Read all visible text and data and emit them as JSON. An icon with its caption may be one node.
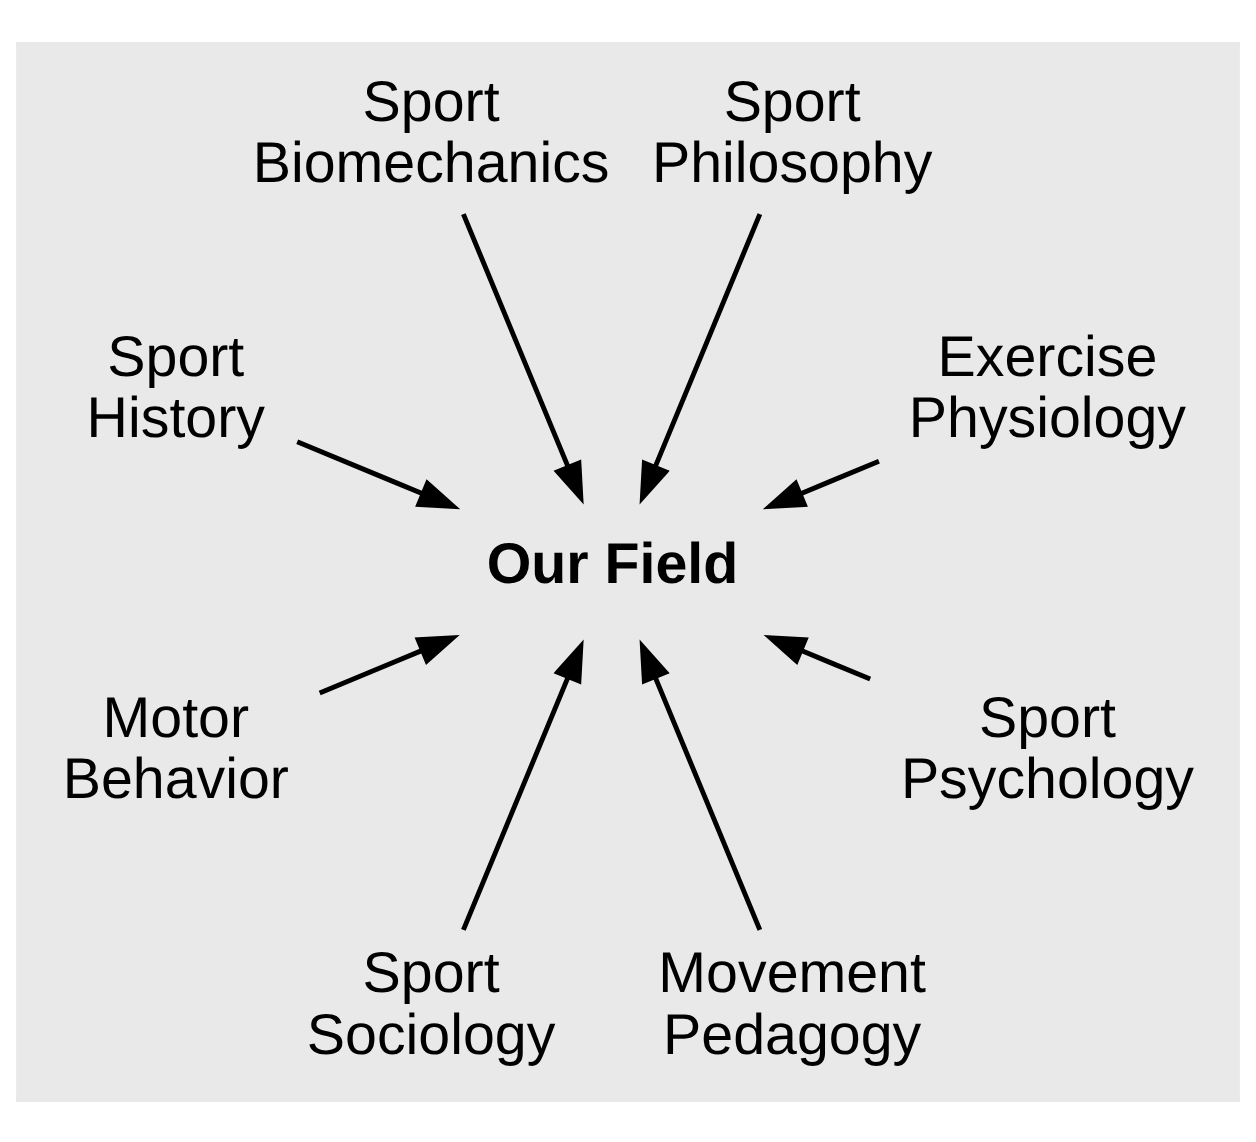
{
  "diagram": {
    "nodes": [
      {
        "text": [
          "Exercise Physiology"
        ]
      },
      {
        "text": [
          "Sport Philosophy"
        ]
      },
      {
        "text": [
          "Sport Biomechanics"
        ]
      },
      {
        "text": [
          "Sport History"
        ]
      },
      {
        "text": [
          "Our Field"
        ]
      },
      {
        "text": [
          "Motor Behavior"
        ]
      },
      {
        "text": [
          "Sport Sociology"
        ]
      },
      {
        "text": [
          "Movement Pedagogy"
        ]
      },
      {
        "text": [
          "Sport Psychology"
        ]
      }
    ],
    "edges": [
      {
        "from": 0,
        "to": 4,
        "arrow": "to"
      },
      {
        "from": 2,
        "to": 4,
        "arrow": "to"
      },
      {
        "from": 5,
        "to": 4,
        "arrow": "to"
      },
      {
        "from": 7,
        "to": 4,
        "arrow": "to"
      },
      {
        "from": 8,
        "to": 4,
        "arrow": "to"
      },
      {
        "from": 6,
        "to": 4,
        "arrow": "to"
      },
      {
        "from": 3,
        "to": 4,
        "arrow": "to"
      },
      {
        "from": 1,
        "to": 4,
        "arrow": "to"
      }
    ]
  }
}
